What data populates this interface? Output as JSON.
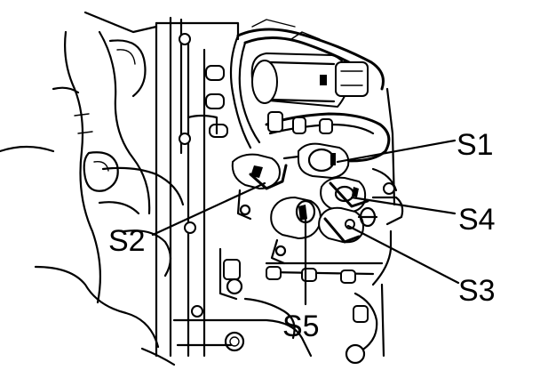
{
  "labels": {
    "s1": "S1",
    "s2": "S2",
    "s3": "S3",
    "s4": "S4",
    "s5": "S5"
  }
}
